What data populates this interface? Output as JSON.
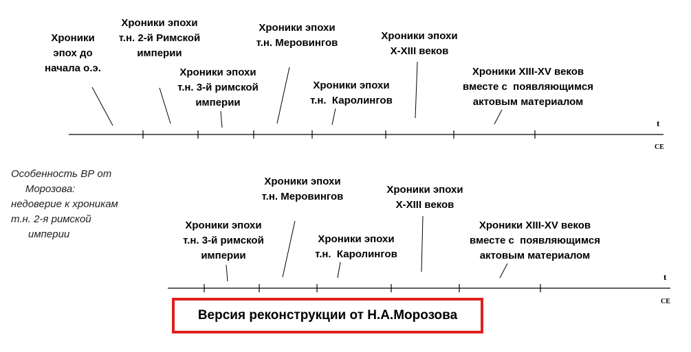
{
  "top_timeline": {
    "axis_symbol": "t",
    "axis_unit": "CE",
    "labels": [
      "Хроники\nэпох до\nначала о.э.",
      "Хроники эпохи\nт.н. 2-й Римской\nимперии",
      "Хроники эпохи\nт.н. 3-й римской\nимперии",
      "Хроники эпохи\nт.н. Меровингов",
      "Хроники эпохи\nт.н.  Каролингов",
      "Хроники эпохи\nX-XIII веков",
      "Хроники XIII-XV веков\nвместе с  появляющимся\nактовым материалом"
    ]
  },
  "note": "Особенность ВР от\n     Морозова:\nнедоверие к хроникам\nт.н. 2-я римской\n      империи",
  "bottom_timeline": {
    "axis_symbol": "t",
    "axis_unit": "CE",
    "labels": [
      "Хроники эпохи\nт.н. 3-й римской\nимперии",
      "Хроники эпохи\nт.н. Меровингов",
      "Хроники эпохи\nт.н.  Каролингов",
      "Хроники эпохи\nX-XIII веков",
      "Хроники XIII-XV веков\nвместе с  появляющимся\nактовым материалом"
    ]
  },
  "version_title": "Версия реконструкции от Н.А.Морозова",
  "colors": {
    "line": "#000000",
    "box_border": "#e02020"
  }
}
